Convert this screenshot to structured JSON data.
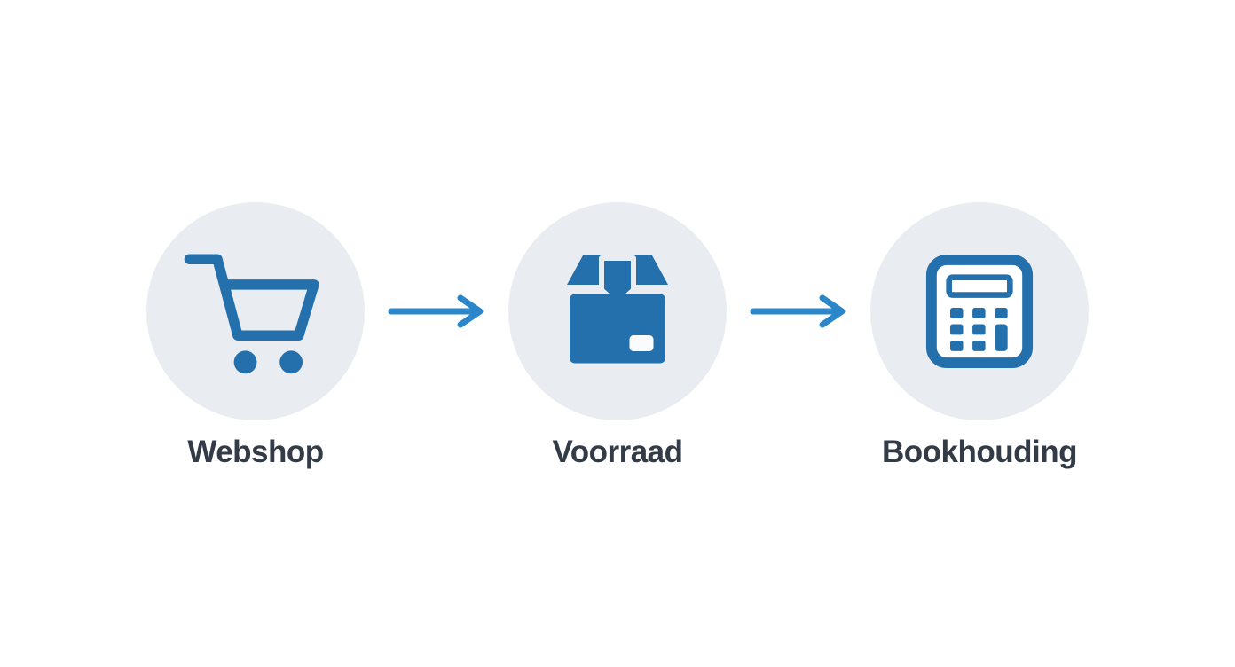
{
  "diagram": {
    "title": "webshop-voorraad-bookhouding-flow",
    "nodes": [
      {
        "id": "webshop",
        "label": "Webshop",
        "icon": "shopping-cart-icon"
      },
      {
        "id": "voorraad",
        "label": "Voorraad",
        "icon": "package-box-icon"
      },
      {
        "id": "bookhouding",
        "label": "Bookhouding",
        "icon": "calculator-icon"
      }
    ],
    "connectors": [
      {
        "from": "webshop",
        "to": "voorraad",
        "type": "arrow-right"
      },
      {
        "from": "voorraad",
        "to": "bookhouding",
        "type": "arrow-right"
      }
    ],
    "colors": {
      "icon_blue": "#2470AD",
      "arrow_blue": "#2B87C9",
      "circle_background": "#E9EDF1",
      "label_color": "#333B47"
    }
  }
}
